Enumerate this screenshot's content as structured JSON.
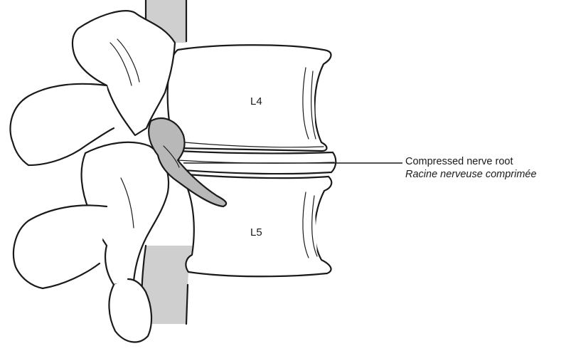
{
  "figure": {
    "vertebra_labels": {
      "upper": "L4",
      "lower": "L5"
    },
    "callout": {
      "english": "Compressed nerve root",
      "french": "Racine nerveuse comprimée"
    },
    "colors": {
      "ink": "#1a1a1a",
      "cord": "#cfcfcf",
      "nerve": "#b8b8b8",
      "bone": "#ffffff"
    }
  }
}
